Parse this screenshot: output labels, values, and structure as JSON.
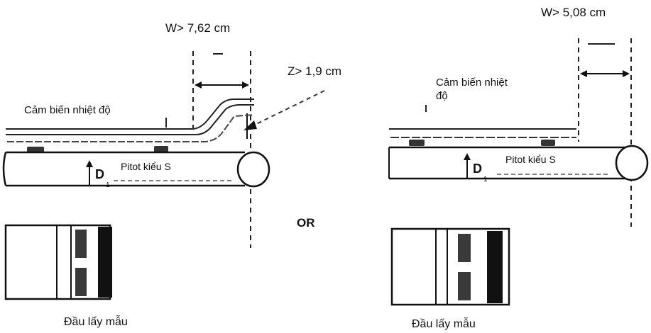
{
  "left_figure": {
    "width_label": "W> 7,62 cm",
    "z_label": "Z> 1,9 cm",
    "temp_sensor_label": "Cảm biến nhiệt độ",
    "pitot_label": "Pitot kiểu  S",
    "d_label": "D",
    "d_subscript": "1",
    "sampling_head_label": "Đầu lấy mẫu"
  },
  "connector_label": "OR",
  "right_figure": {
    "width_label": "W> 5,08 cm",
    "temp_sensor_line1": "Cảm biến  nhiệt",
    "temp_sensor_line2": "độ",
    "pitot_label": "Pitot kiểu  S",
    "d_label": "D",
    "d_subscript": "1",
    "sampling_head_label": "Đầu lấy mẫu"
  }
}
